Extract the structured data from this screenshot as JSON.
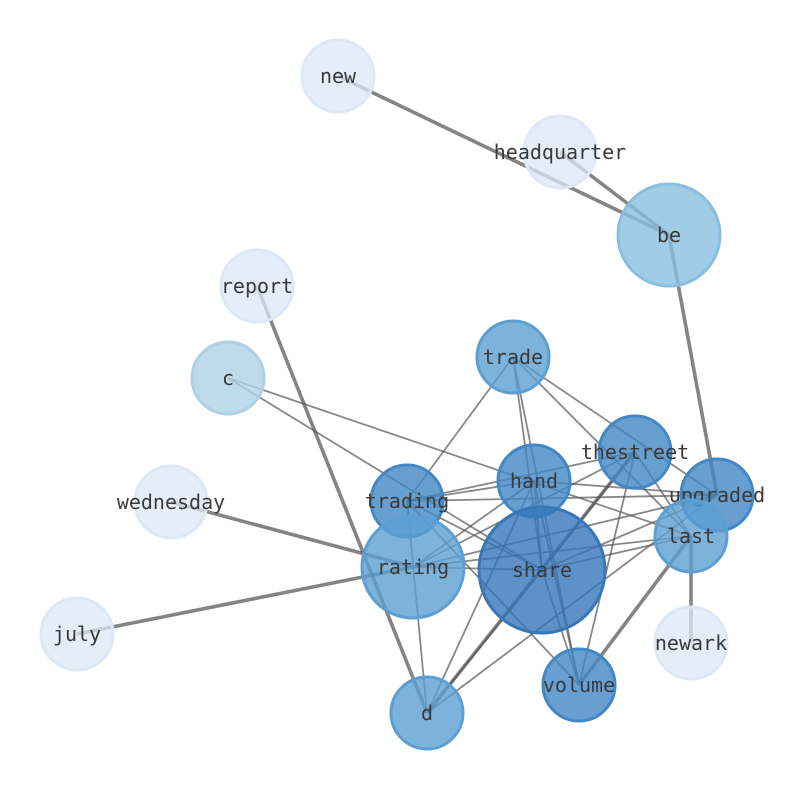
{
  "graph": {
    "nodes": [
      {
        "id": "new",
        "label": "new",
        "level": 0
      },
      {
        "id": "headquarter",
        "label": "headquarter",
        "level": 0
      },
      {
        "id": "be",
        "label": "be",
        "level": 2
      },
      {
        "id": "report",
        "label": "report",
        "level": 0
      },
      {
        "id": "c",
        "label": "c",
        "level": 1
      },
      {
        "id": "trade",
        "label": "trade",
        "level": 3
      },
      {
        "id": "thestreet",
        "label": "thestreet",
        "level": 4
      },
      {
        "id": "wednesday",
        "label": "wednesday",
        "level": 0
      },
      {
        "id": "trading",
        "label": "trading",
        "level": 4
      },
      {
        "id": "hand",
        "label": "hand",
        "level": 4
      },
      {
        "id": "upgraded",
        "label": "upgraded",
        "level": 4
      },
      {
        "id": "last",
        "label": "last",
        "level": 3
      },
      {
        "id": "rating",
        "label": "rating",
        "level": 3
      },
      {
        "id": "share",
        "label": "share",
        "level": 5
      },
      {
        "id": "july",
        "label": "july",
        "level": 0
      },
      {
        "id": "newark",
        "label": "newark",
        "level": 0
      },
      {
        "id": "volume",
        "label": "volume",
        "level": 4
      },
      {
        "id": "d",
        "label": "d",
        "level": 3
      }
    ],
    "edges": [
      {
        "source": "new",
        "target": "be",
        "weight": "heavy"
      },
      {
        "source": "headquarter",
        "target": "be",
        "weight": "heavy"
      },
      {
        "source": "be",
        "target": "upgraded",
        "weight": "heavy"
      },
      {
        "source": "report",
        "target": "d",
        "weight": "heavy"
      },
      {
        "source": "wednesday",
        "target": "rating",
        "weight": "heavy"
      },
      {
        "source": "july",
        "target": "rating",
        "weight": "heavy"
      },
      {
        "source": "newark",
        "target": "last",
        "weight": "heavy"
      },
      {
        "source": "volume",
        "target": "last",
        "weight": "heavy"
      },
      {
        "source": "d",
        "target": "thestreet",
        "weight": "heavy"
      },
      {
        "source": "c",
        "target": "last",
        "weight": "light"
      },
      {
        "source": "c",
        "target": "share",
        "weight": "light"
      },
      {
        "source": "trade",
        "target": "trading",
        "weight": "light"
      },
      {
        "source": "trade",
        "target": "share",
        "weight": "light"
      },
      {
        "source": "trade",
        "target": "volume",
        "weight": "light"
      },
      {
        "source": "trade",
        "target": "last",
        "weight": "light"
      },
      {
        "source": "trade",
        "target": "upgraded",
        "weight": "light"
      },
      {
        "source": "thestreet",
        "target": "trading",
        "weight": "light"
      },
      {
        "source": "thestreet",
        "target": "rating",
        "weight": "light"
      },
      {
        "source": "thestreet",
        "target": "volume",
        "weight": "light"
      },
      {
        "source": "thestreet",
        "target": "share",
        "weight": "light"
      },
      {
        "source": "thestreet",
        "target": "last",
        "weight": "light"
      },
      {
        "source": "trading",
        "target": "upgraded",
        "weight": "light"
      },
      {
        "source": "trading",
        "target": "share",
        "weight": "light"
      },
      {
        "source": "trading",
        "target": "volume",
        "weight": "light"
      },
      {
        "source": "trading",
        "target": "d",
        "weight": "light"
      },
      {
        "source": "hand",
        "target": "share",
        "weight": "light"
      },
      {
        "source": "hand",
        "target": "volume",
        "weight": "light"
      },
      {
        "source": "hand",
        "target": "rating",
        "weight": "light"
      },
      {
        "source": "hand",
        "target": "upgraded",
        "weight": "light"
      },
      {
        "source": "hand",
        "target": "trading",
        "weight": "light"
      },
      {
        "source": "hand",
        "target": "d",
        "weight": "light"
      },
      {
        "source": "upgraded",
        "target": "rating",
        "weight": "light"
      },
      {
        "source": "upgraded",
        "target": "share",
        "weight": "light"
      },
      {
        "source": "upgraded",
        "target": "d",
        "weight": "light"
      },
      {
        "source": "last",
        "target": "rating",
        "weight": "light"
      },
      {
        "source": "last",
        "target": "share",
        "weight": "light"
      },
      {
        "source": "rating",
        "target": "share",
        "weight": "light"
      },
      {
        "source": "share",
        "target": "d",
        "weight": "light"
      },
      {
        "source": "share",
        "target": "volume",
        "weight": "light"
      }
    ],
    "colors": {
      "level0": "#dce8f5",
      "level1": "#aed1e6",
      "level2": "#88bfe0",
      "level3": "#5d9fd2",
      "level4": "#4287c6",
      "level5": "#3676b9",
      "edge": "#555555",
      "label": "#3a3a3a"
    }
  }
}
